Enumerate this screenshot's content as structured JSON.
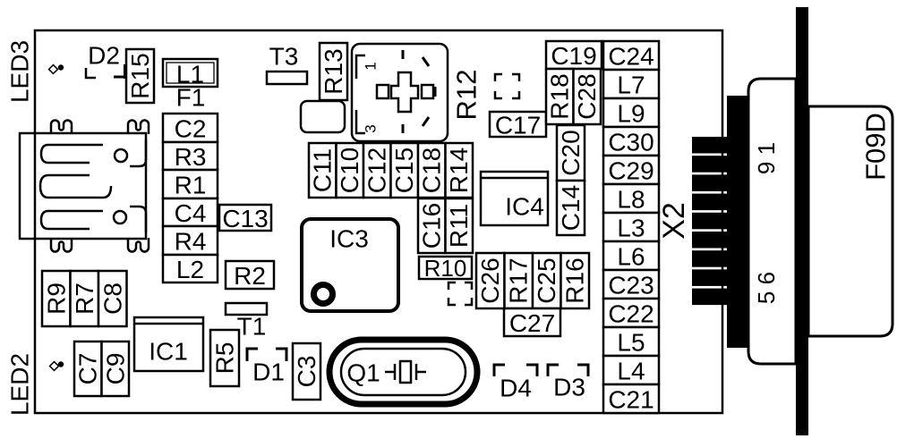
{
  "labels": {
    "led3": "LED3",
    "led2": "LED2",
    "d2": "D2",
    "r15": "R15",
    "l1": "L1",
    "f1": "F1",
    "left_stack": [
      "C2",
      "R3",
      "R1",
      "C4",
      "R4",
      "L2"
    ],
    "c13": "C13",
    "r2": "R2",
    "res_row": [
      "R9",
      "R7",
      "C8"
    ],
    "cap_row": [
      "C7",
      "C9"
    ],
    "ic1": "IC1",
    "r5": "R5",
    "t1": "T1",
    "d1": "D1",
    "t3": "T3",
    "r13": "R13",
    "r12": "R12",
    "r12_pin1": "1",
    "r12_pin3": "3",
    "mid_row1": [
      "C11",
      "C10",
      "C12",
      "C15",
      "C18",
      "R14"
    ],
    "mid_row2": [
      "C16",
      "R11"
    ],
    "ic3": "IC3",
    "r10": "R10",
    "c3": "C3",
    "q1": "Q1",
    "cap_row2": [
      "C26",
      "R17",
      "C25",
      "R16"
    ],
    "c27": "C27",
    "d4": "D4",
    "d3": "D3",
    "c17": "C17",
    "c19": "C19",
    "r18": "R18",
    "c28": "C28",
    "c20": "C20",
    "c14": "C14",
    "ic4": "IC4",
    "right_stack": [
      "C24",
      "L7",
      "L9",
      "C30",
      "C29",
      "L8",
      "L3",
      "L6",
      "C23",
      "C22",
      "L5",
      "L4",
      "C21"
    ],
    "x2": "X2",
    "pin_label_top": "9 1",
    "pin_label_bottom": "5 6",
    "connector_model": "F09D"
  },
  "colors": {
    "silkscreen": "#000000",
    "background": "#ffffff"
  }
}
